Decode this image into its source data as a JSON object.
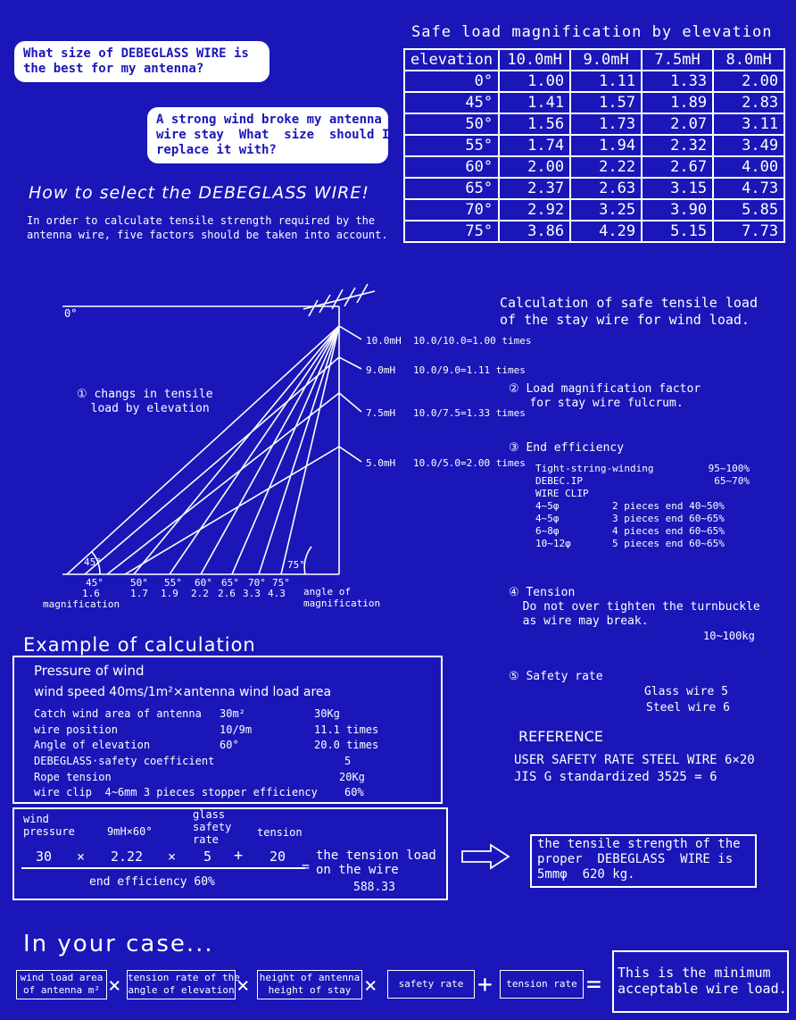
{
  "bubbles": {
    "q1": "What size of DEBEGLASS WIRE is\nthe best for my antenna?",
    "q2": "A strong wind broke my antenna\nwire stay  What  size  should I\nreplace it with?"
  },
  "intro": {
    "title": "How to select the DEBEGLASS WIRE!",
    "body": "In order to calculate tensile strength required by the\nantenna wire, five factors should be taken into account."
  },
  "table": {
    "title": "Safe load magnification by elevation",
    "headers": [
      "elevation",
      "10.0mH",
      "9.0mH",
      "7.5mH",
      "8.0mH"
    ],
    "rows": [
      [
        "0°",
        "1.00",
        "1.11",
        "1.33",
        "2.00"
      ],
      [
        "45°",
        "1.41",
        "1.57",
        "1.89",
        "2.83"
      ],
      [
        "50°",
        "1.56",
        "1.73",
        "2.07",
        "3.11"
      ],
      [
        "55°",
        "1.74",
        "1.94",
        "2.32",
        "3.49"
      ],
      [
        "60°",
        "2.00",
        "2.22",
        "2.67",
        "4.00"
      ],
      [
        "65°",
        "2.37",
        "2.63",
        "3.15",
        "4.73"
      ],
      [
        "70°",
        "2.92",
        "3.25",
        "3.90",
        "5.85"
      ],
      [
        "75°",
        "3.86",
        "4.29",
        "5.15",
        "7.73"
      ]
    ]
  },
  "diagram": {
    "zero_label": "0°",
    "factor1": "① changs in tensile\n  load by elevation",
    "heights": [
      {
        "label": "10.0mH",
        "formula": "10.0/10.0=1.00 times"
      },
      {
        "label": "9.0mH",
        "formula": "10.0/9.0=1.11 times"
      },
      {
        "label": "7.5mH",
        "formula": "10.0/7.5=1.33 times"
      },
      {
        "label": "5.0mH",
        "formula": "10.0/5.0=2.00 times"
      }
    ],
    "angle_left": "45°",
    "angle_right": "75°",
    "angles": [
      "45°",
      "50°",
      "55°",
      "60°",
      "65°",
      "70°",
      "75°"
    ],
    "mags": [
      "1.6",
      "1.7",
      "1.9",
      "2.2",
      "2.6",
      "3.3",
      "4.3"
    ],
    "magnification_label": "magnification",
    "angle_of_mag_label": "angle of\nmagnification"
  },
  "calc_title": "Calculation of safe tensile load\nof the stay wire for wind load.",
  "factor2": "② Load magnification factor\n   for stay wire fulcrum.",
  "factor3": {
    "title": "③ End efficiency",
    "lines": [
      [
        "Tight-string-winding",
        "95~100%"
      ],
      [
        "DEBEC.IP",
        "65~70%"
      ],
      [
        "WIRE CLIP",
        ""
      ],
      [
        "4~5φ",
        "2 pieces end 40~50%"
      ],
      [
        "4~5φ",
        "3 pieces end 60~65%"
      ],
      [
        "6~8φ",
        "4 pieces end 60~65%"
      ],
      [
        "10~12φ",
        "5 pieces end 60~65%"
      ]
    ]
  },
  "factor4": {
    "text": "④ Tension\n  Do not over tighten the turnbuckle\n  as wire may break.",
    "range": "10~100kg"
  },
  "factor5": {
    "title": "⑤ Safety rate",
    "glass": "Glass wire 5",
    "steel": "Steel wire 6"
  },
  "reference": {
    "title": "REFERENCE",
    "line1": "USER SAFETY RATE STEEL WIRE 6×20",
    "line2": "JIS G standardized 3525 = 6"
  },
  "example": {
    "title": "Example of calculation",
    "pressure_title": "Pressure of wind",
    "wind_line": "wind speed 40ms/1m²×antenna wind load area",
    "rows": [
      [
        "Catch wind area of antenna",
        "30m²",
        "30Kg"
      ],
      [
        "wire position",
        "10/9m",
        "11.1 times"
      ],
      [
        "Angle of elevation",
        "60°",
        "20.0 times"
      ],
      [
        "DEBEGLASS·safety coefficient",
        "",
        "5"
      ],
      [
        "Rope tension",
        "",
        "20Kg"
      ],
      [
        "wire clip  4~6mm 3 pieces stopper efficiency",
        "",
        "60%"
      ]
    ]
  },
  "formula": {
    "wind_pressure": "wind\npressure",
    "mh": "9mH×60°",
    "glass_rate": "glass\nsafety\nrate",
    "tension": "tension",
    "v1": "30",
    "op1": "×",
    "v2": "2.22",
    "op2": "×",
    "v3": "5",
    "op3": "+",
    "v4": "20",
    "equals": "=",
    "denominator": "end efficiency  60%",
    "result_label": "the tension load\non the wire",
    "result": "588.33"
  },
  "conclusion": "the tensile strength of the\nproper  DEBEGLASS  WIRE is\n5mmφ  620 kg.",
  "your_case": {
    "title": "In your case...",
    "b1": "wind load area\nof antenna m²",
    "b2": "tension rate of the\nangle of elevation",
    "b3": "height of antenna\nheight of stay",
    "b4": "safety rate",
    "b5": "tension rate",
    "x": "×",
    "plus": "+",
    "eq": "=",
    "result": "This is the minimum\nacceptable wire load."
  }
}
